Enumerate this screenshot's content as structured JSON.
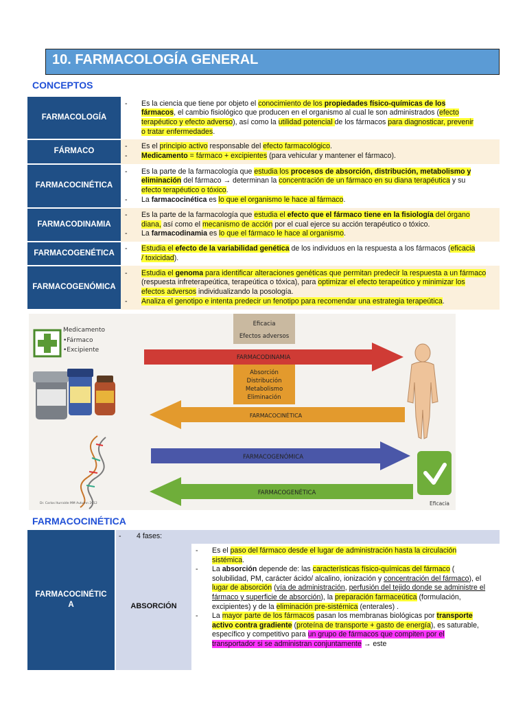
{
  "title": "10. FARMACOLOGÍA GENERAL",
  "conceptos_heading": "CONCEPTOS",
  "farmacocinetica_heading": "FARMACOCINÉTICA",
  "concepts": {
    "farmacologia": {
      "label": "FARMACOLOGÍA",
      "p1": "Es la ciencia que tiene por objeto el ",
      "p2": "conocimiento de los ",
      "p3": "propiedades físico-químicas de los fármacos",
      "p4": ", el cambio fisiológico que producen en el organismo al cual le son administrados (",
      "p5": "efecto terapéutico y efecto adverso",
      "p6": "), así como la ",
      "p7": "utilidad potencial ",
      "p8": "de los fármacos ",
      "p9": "para diagnosticar, prevenir o tratar enfermedades",
      "p10": "."
    },
    "farmaco": {
      "label": "FÁRMACO",
      "a1": "Es el ",
      "a2": "principio activo",
      "a3": " responsable del ",
      "a4": "efecto farmacológico",
      "a5": ".",
      "b1": "Medicamento",
      "b2": "  = fármaco + excipientes",
      "b3": " (para vehicular y mantener el fármaco)."
    },
    "farmacocinetica": {
      "label": "FARMACOCINÉTICA",
      "a1": "Es la parte de la farmacología que ",
      "a2": "estudia los ",
      "a3": "procesos de absorción, distribución, metabolismo y eliminación",
      "a4": " del fármaco → determinan la ",
      "a5": "concentración de un fármaco en su diana terapéutica",
      "a6": " y su ",
      "a7": "efecto terapéutico o tóxico",
      "a8": ".",
      "b1": "La ",
      "b2": "farmacocinética",
      "b3": " es ",
      "b4": "lo que el organismo le hace al fármaco",
      "b5": "."
    },
    "farmacodinamia": {
      "label": "FARMACODINAMIA",
      "a1": "Es la parte de la farmacología que ",
      "a2": "estudia el ",
      "a3": "efecto que el fármaco tiene en la fisiología",
      "a4": " del órgano diana,",
      "a5": " así como el ",
      "a6": "mecanismo de acción",
      "a7": " por el cual ejerce su acción terapéutico o tóxico.",
      "b1": "La ",
      "b2": "farmacodinamia",
      "b3": " es ",
      "b4": "lo que el fármaco le hace al organismo",
      "b5": "."
    },
    "farmacogenetica": {
      "label": "FARMACOGENÉTICA",
      "a1": "Estudia el ",
      "a2": "efecto de la variabilidad genética",
      "a3": " de los individuos en la respuesta a los fármacos (",
      "a4": "eficacia / toxicidad",
      "a5": ")."
    },
    "farmacogenomica": {
      "label": "FARMACOGENÓMICA",
      "a1": "Estudia el ",
      "a2": "genoma",
      "a3": " para identificar alteraciones genéticas que permitan predecir la respuesta a un fármaco",
      "a4": " (respuesta infreterapeútica, terapeútica o tóxica), para ",
      "a5": "optimizar el efecto terapeútico y minimizar los efectos adversos",
      "a6": " individualizando la posología.",
      "b1": "Analiza el genotipo e intenta predecir un fenotipo para recomendar una estrategia terapeútica",
      "b2": "."
    },
    "dash": "-"
  },
  "figure": {
    "legend_1": "Medicamento",
    "legend_2": "•Fármaco",
    "legend_3": "•Excipiente",
    "box_top_1": "Eficacia",
    "box_top_2": "Efectos adversos",
    "arrow_fd": "FARMACODINAMIA",
    "box_mid_1": "Absorción",
    "box_mid_2": "Distribución",
    "box_mid_3": "Metabolismo",
    "box_mid_4": "Eliminación",
    "arrow_fc": "FARMACOCINÉTICA",
    "arrow_fgm": "FARMACOGENÓMICA",
    "arrow_fgt": "FARMACOGENÉTICA",
    "eficacia_caption": "Eficacia",
    "credit": "Dr. Carlos Iturralde MM Autumn 2012",
    "colors": {
      "green": "#6fae3a",
      "red": "#cf3b35",
      "blue": "#4a57a8",
      "gold": "#e39a2d",
      "skin": "#eec39a"
    }
  },
  "fk_table": {
    "label_1": "FARMACOCINÉTIC",
    "label_2": "A",
    "fases": "4 fases:",
    "absorcion_label": "ABSORCIÓN",
    "i1": {
      "a": "Es el ",
      "b": "paso del fármaco desde el lugar de administración hasta la circulación sistémica",
      "c": "."
    },
    "i2": {
      "a": "La ",
      "b": "absorción",
      "c": " depende de: las ",
      "d": "características físico-químicas del fármaco",
      "e": " ( solubilidad, PM, carácter ácido/ alcalino, ionización y ",
      "f": "concentración del fármaco",
      "g": "), el ",
      "h": "lugar de absorción",
      "i": " (",
      "j": "vía de administración",
      "k": ", ",
      "l": "perfusión del tejido donde se administre el fármaco y superficie de absorción",
      "m": "), la ",
      "n": "preparación farmaceútica",
      "o": " (formulación, excipientes)  y de la ",
      "p": "eliminación pre-sistémica",
      "q": " (enterales) ."
    },
    "i3": {
      "a": "La ",
      "b": "mayor parte de los fármacos",
      "c": " pasan los membranas biológicas por ",
      "d": "transporte activo contra gradiente",
      "e": " (",
      "f": "proteína de transporte + gasto de energía",
      "g": "), es saturable, específico y competitivo",
      "h": " para ",
      "i": "un grupo de fármacos que compiten por el transportador si se administran conjuntamente",
      "j": " → este"
    }
  }
}
